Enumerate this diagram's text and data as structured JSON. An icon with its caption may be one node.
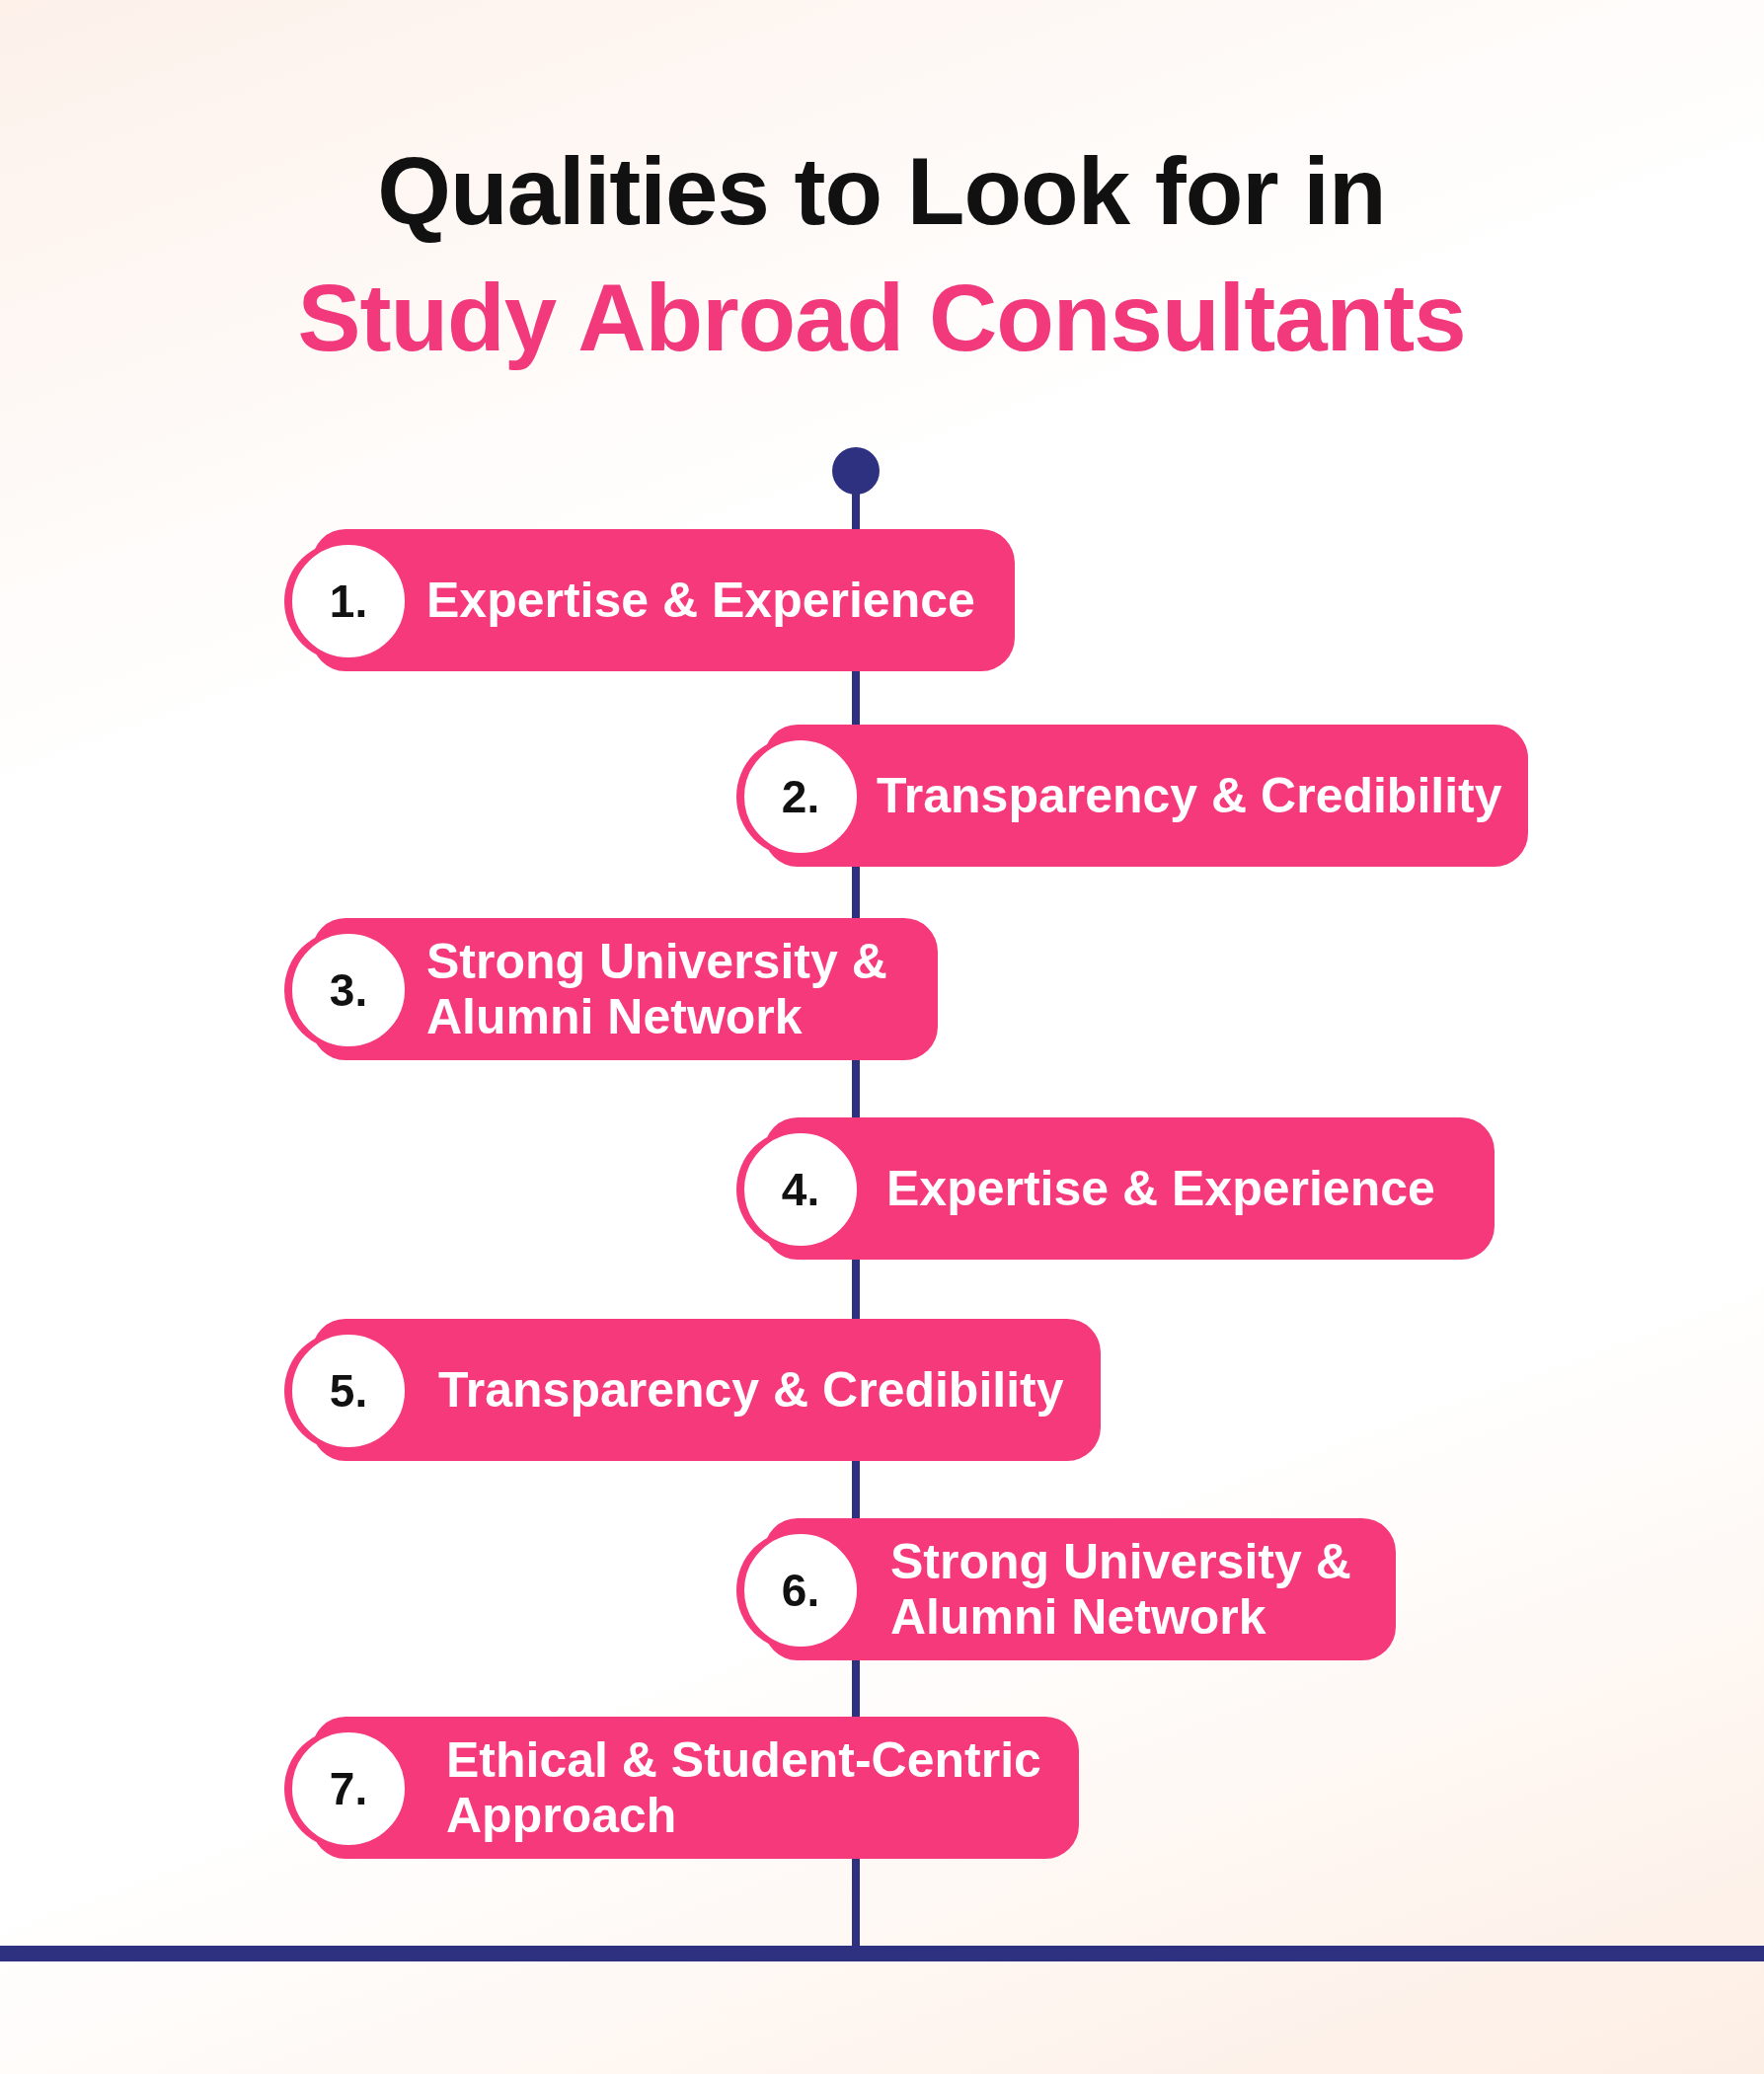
{
  "diagram": {
    "title": "Qualities to Look for in Study Abroad Consultants",
    "nodes": [
      {
        "text": [
          "1."
        ]
      },
      {
        "text": [
          "Expertise & Experience"
        ]
      },
      {
        "text": [
          "2."
        ]
      },
      {
        "text": [
          "Transparency & Credibility"
        ]
      },
      {
        "text": [
          "3."
        ]
      },
      {
        "text": [
          "Strong University & Alumni Network"
        ]
      },
      {
        "text": [
          "4."
        ]
      },
      {
        "text": [
          "Expertise & Experience"
        ]
      },
      {
        "text": [
          "5."
        ]
      },
      {
        "text": [
          "Transparency & Credibility"
        ]
      },
      {
        "text": [
          "6."
        ]
      },
      {
        "text": [
          "Strong University & Alumni Network"
        ]
      },
      {
        "text": [
          "7."
        ]
      },
      {
        "text": [
          "Ethical & Student-Centric Approach"
        ]
      }
    ]
  }
}
